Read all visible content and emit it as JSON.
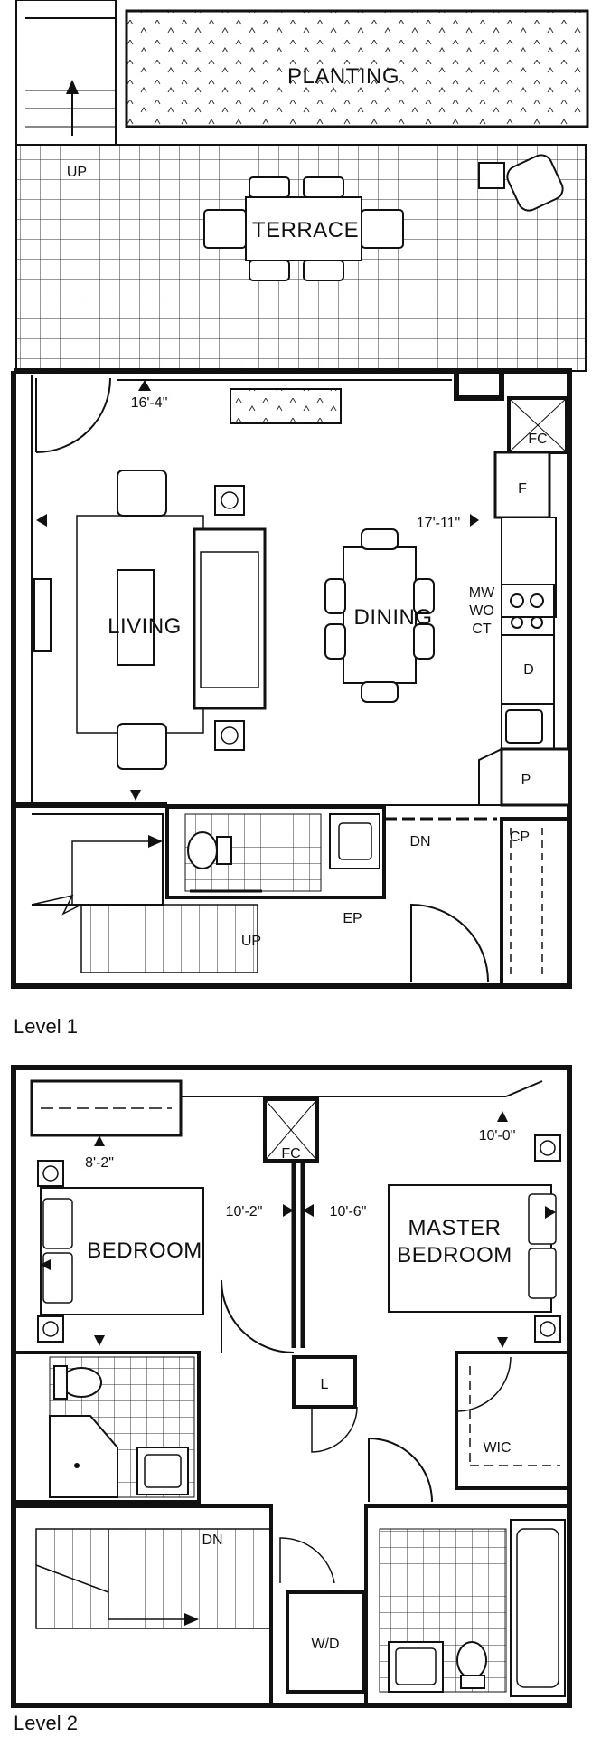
{
  "level1": {
    "caption": "Level 1",
    "rooms": {
      "planting": "PLANTING",
      "terrace": "TERRACE",
      "living": "LIVING",
      "dining": "DINING"
    },
    "labels": {
      "up_terrace": "UP",
      "fc": "FC",
      "f": "F",
      "mw": "MW",
      "wo": "WO",
      "ct": "CT",
      "d": "D",
      "p": "P",
      "cp": "CP",
      "dn": "DN",
      "ep": "EP",
      "up_stair": "UP"
    },
    "dims": {
      "living_width": "16'-4\"",
      "dining_width": "17'-11\""
    }
  },
  "level2": {
    "caption": "Level 2",
    "rooms": {
      "bedroom": "BEDROOM",
      "master_line1": "MASTER",
      "master_line2": "BEDROOM",
      "wic": "WIC",
      "wd": "W/D"
    },
    "labels": {
      "fc": "FC",
      "l": "L",
      "dn": "DN"
    },
    "dims": {
      "bedroom_depth": "8'-2\"",
      "bedroom_width": "10'-2\"",
      "master_width": "10'-6\"",
      "master_depth": "10'-0\""
    }
  }
}
